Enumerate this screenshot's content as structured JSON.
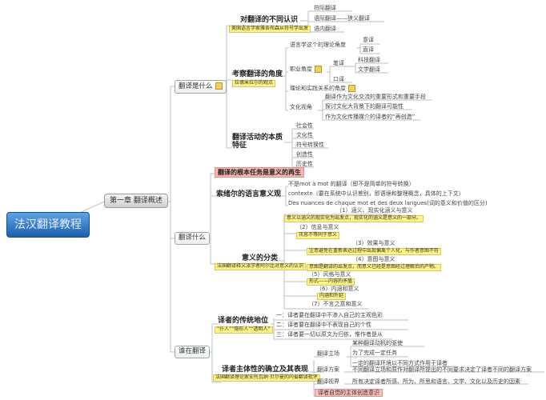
{
  "root": "法汉翻译教程",
  "chapter": "第一章 翻译概述",
  "colors": {
    "root": "#1c5fb0",
    "note": "#fbf28a",
    "highlight": "#f4b6b0"
  },
  "b1": {
    "label": "翻译是什么",
    "c1": {
      "label": "对翻译的不同认识",
      "note": "美国语言学家雅各布森从符号学出发",
      "items": [
        "符际翻译",
        "语际翻译——狭义翻译",
        "语内翻译"
      ]
    },
    "c2": {
      "label": "考察翻译的角度",
      "note": "拉德米拉尔的观点",
      "ling": "语言学这个的理论角度",
      "ling_items": [
        "意译",
        "直译"
      ],
      "prof": "职业角度",
      "written": "笔译",
      "written_items": [
        "科技翻译",
        "文学翻译"
      ],
      "oral": "口译",
      "theory": "理论和实践关系的角度",
      "culture": "文化视角",
      "culture_items": [
        "翻译作为文化交流的重要形式和重要手段",
        "探讨文化大背景下的翻译可能性",
        "作为文化传播媒介的译者的“再创造”"
      ]
    },
    "c3": {
      "label": "翻译活动的本质特征",
      "items": [
        "社会性",
        "文化性",
        "符号转换性",
        "创造性",
        "历史性"
      ]
    }
  },
  "b2": {
    "label": "翻译什么",
    "task": "翻译的根本任务是意义的再生",
    "saussure": {
      "label": "索绪尔的语言意义观",
      "items": [
        "不是mot à mot 的翻译（即不是简单的符号转换）",
        "contexte（要在系统中认识差别，即语境和整理概念，具体的上下文）",
        "Des nuances de chaque mot et des deux langues(词的意义和价值的区分)"
      ]
    },
    "meaning": {
      "label": "意义的分类",
      "note": "法国翻译释义派学者阿尔比对意义的认识",
      "items": [
        {
          "label": "（1）涵义、现实化涵义与意义",
          "note": "意义以涵义的现实化为出发点，现实化的涵义是意义的一部分。"
        },
        {
          "label": "（2）信息与意义",
          "note": "讯息不等同于意义"
        },
        {
          "label": "（3）效果与意义",
          "note": "注意避免在重新表达过程中出现偏离个人化，与作者意图不符"
        },
        {
          "label": "（4）意图与意义",
          "note": "意图是翻译的出发点，而意义已经是意图经过理解后的产物。"
        },
        {
          "label": "（5）风格与意义",
          "note": "形式——内容的矛盾"
        },
        {
          "label": "（6）内涵和意义",
          "note": "内涵和外延"
        },
        {
          "label": "（7）不言之意和意义",
          "note": ""
        }
      ]
    }
  },
  "b3": {
    "label": "谁在翻译",
    "trad": {
      "label": "译者的传统地位",
      "note": "“仆人”“隐形人”“透明人”",
      "items": [
        "一：译者要在翻译中不渗入自己的主观色彩",
        "二：译者要在翻译中不表现自己的个性",
        "三：译者要一切以原文为归依，惟作者是从"
      ]
    },
    "subj": {
      "label": "译者主体性的确立及其表现",
      "note": "法国翻译理论家安托瓦纳·贝尔曼的内省翻译批评",
      "stance": "翻译立场",
      "stance_items": [
        "某种翻译动机的驱使",
        "为了完成一定任务",
        "一定的翻译环境以不同方式作用于译者"
      ],
      "plan": "翻译方案",
      "plan_text": "不同翻译立场和原作对翻译所提出的不同要求决定了译者不同的翻译方案",
      "horizon": "翻译视界",
      "horizon_text": "所有决定译者所感、所为、所思和语言、文学、文化以及历史的因素",
      "creative": "译者自觉的主体创造意识"
    }
  }
}
